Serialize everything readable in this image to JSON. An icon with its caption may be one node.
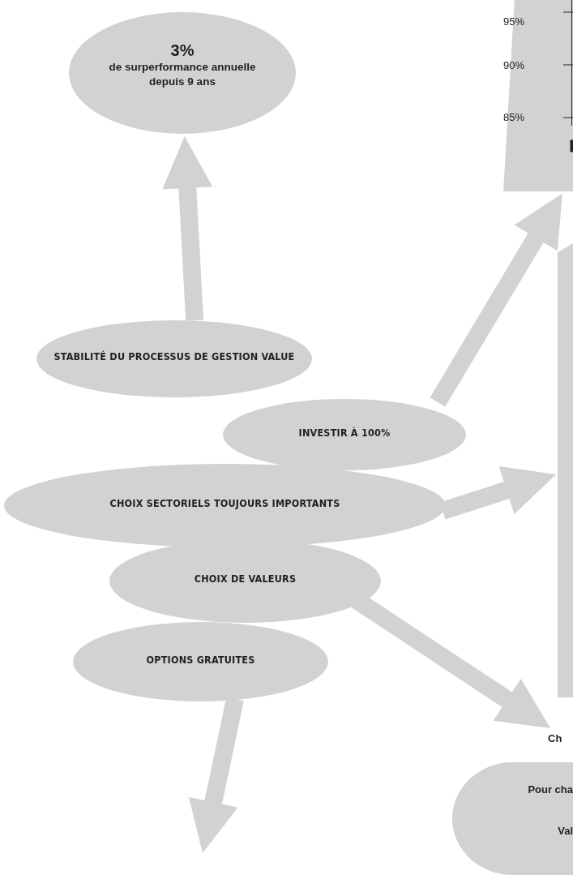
{
  "diagram": {
    "nodes": [
      {
        "text": [
          "3%",
          "de surperformance annuelle depuis 9 ans"
        ]
      },
      {
        "text": [],
        "shape": "box"
      },
      {
        "text": [],
        "shape": "box"
      },
      {
        "text": [
          "STABILITÉ DU PROCESSUS DE GESTION VALUE"
        ]
      },
      {
        "text": [
          "INVESTIR À 100%"
        ]
      },
      {
        "text": [
          "CHOIX SECTORIELS TOUJOURS IMPORTANTS"
        ]
      },
      {
        "text": [
          "CHOIX DE VALEURS"
        ]
      },
      {
        "text": [
          "OPTIONS GRATUITES"
        ]
      },
      {
        "text": [
          "Ch"
        ]
      },
      {
        "text": [
          "Pour cha",
          "Val"
        ]
      }
    ],
    "edges": [
      {
        "from": 3,
        "to": 0,
        "arrow": "to"
      },
      {
        "from": 4,
        "to": 1,
        "arrow": "to"
      },
      {
        "from": 5,
        "to": 2,
        "arrow": "to"
      },
      {
        "from": 6,
        "to": 8,
        "arrow": "to"
      },
      {
        "from": 7,
        "to": null,
        "arrow": "to"
      }
    ],
    "labels": [
      "95%",
      "90%",
      "85%"
    ]
  }
}
